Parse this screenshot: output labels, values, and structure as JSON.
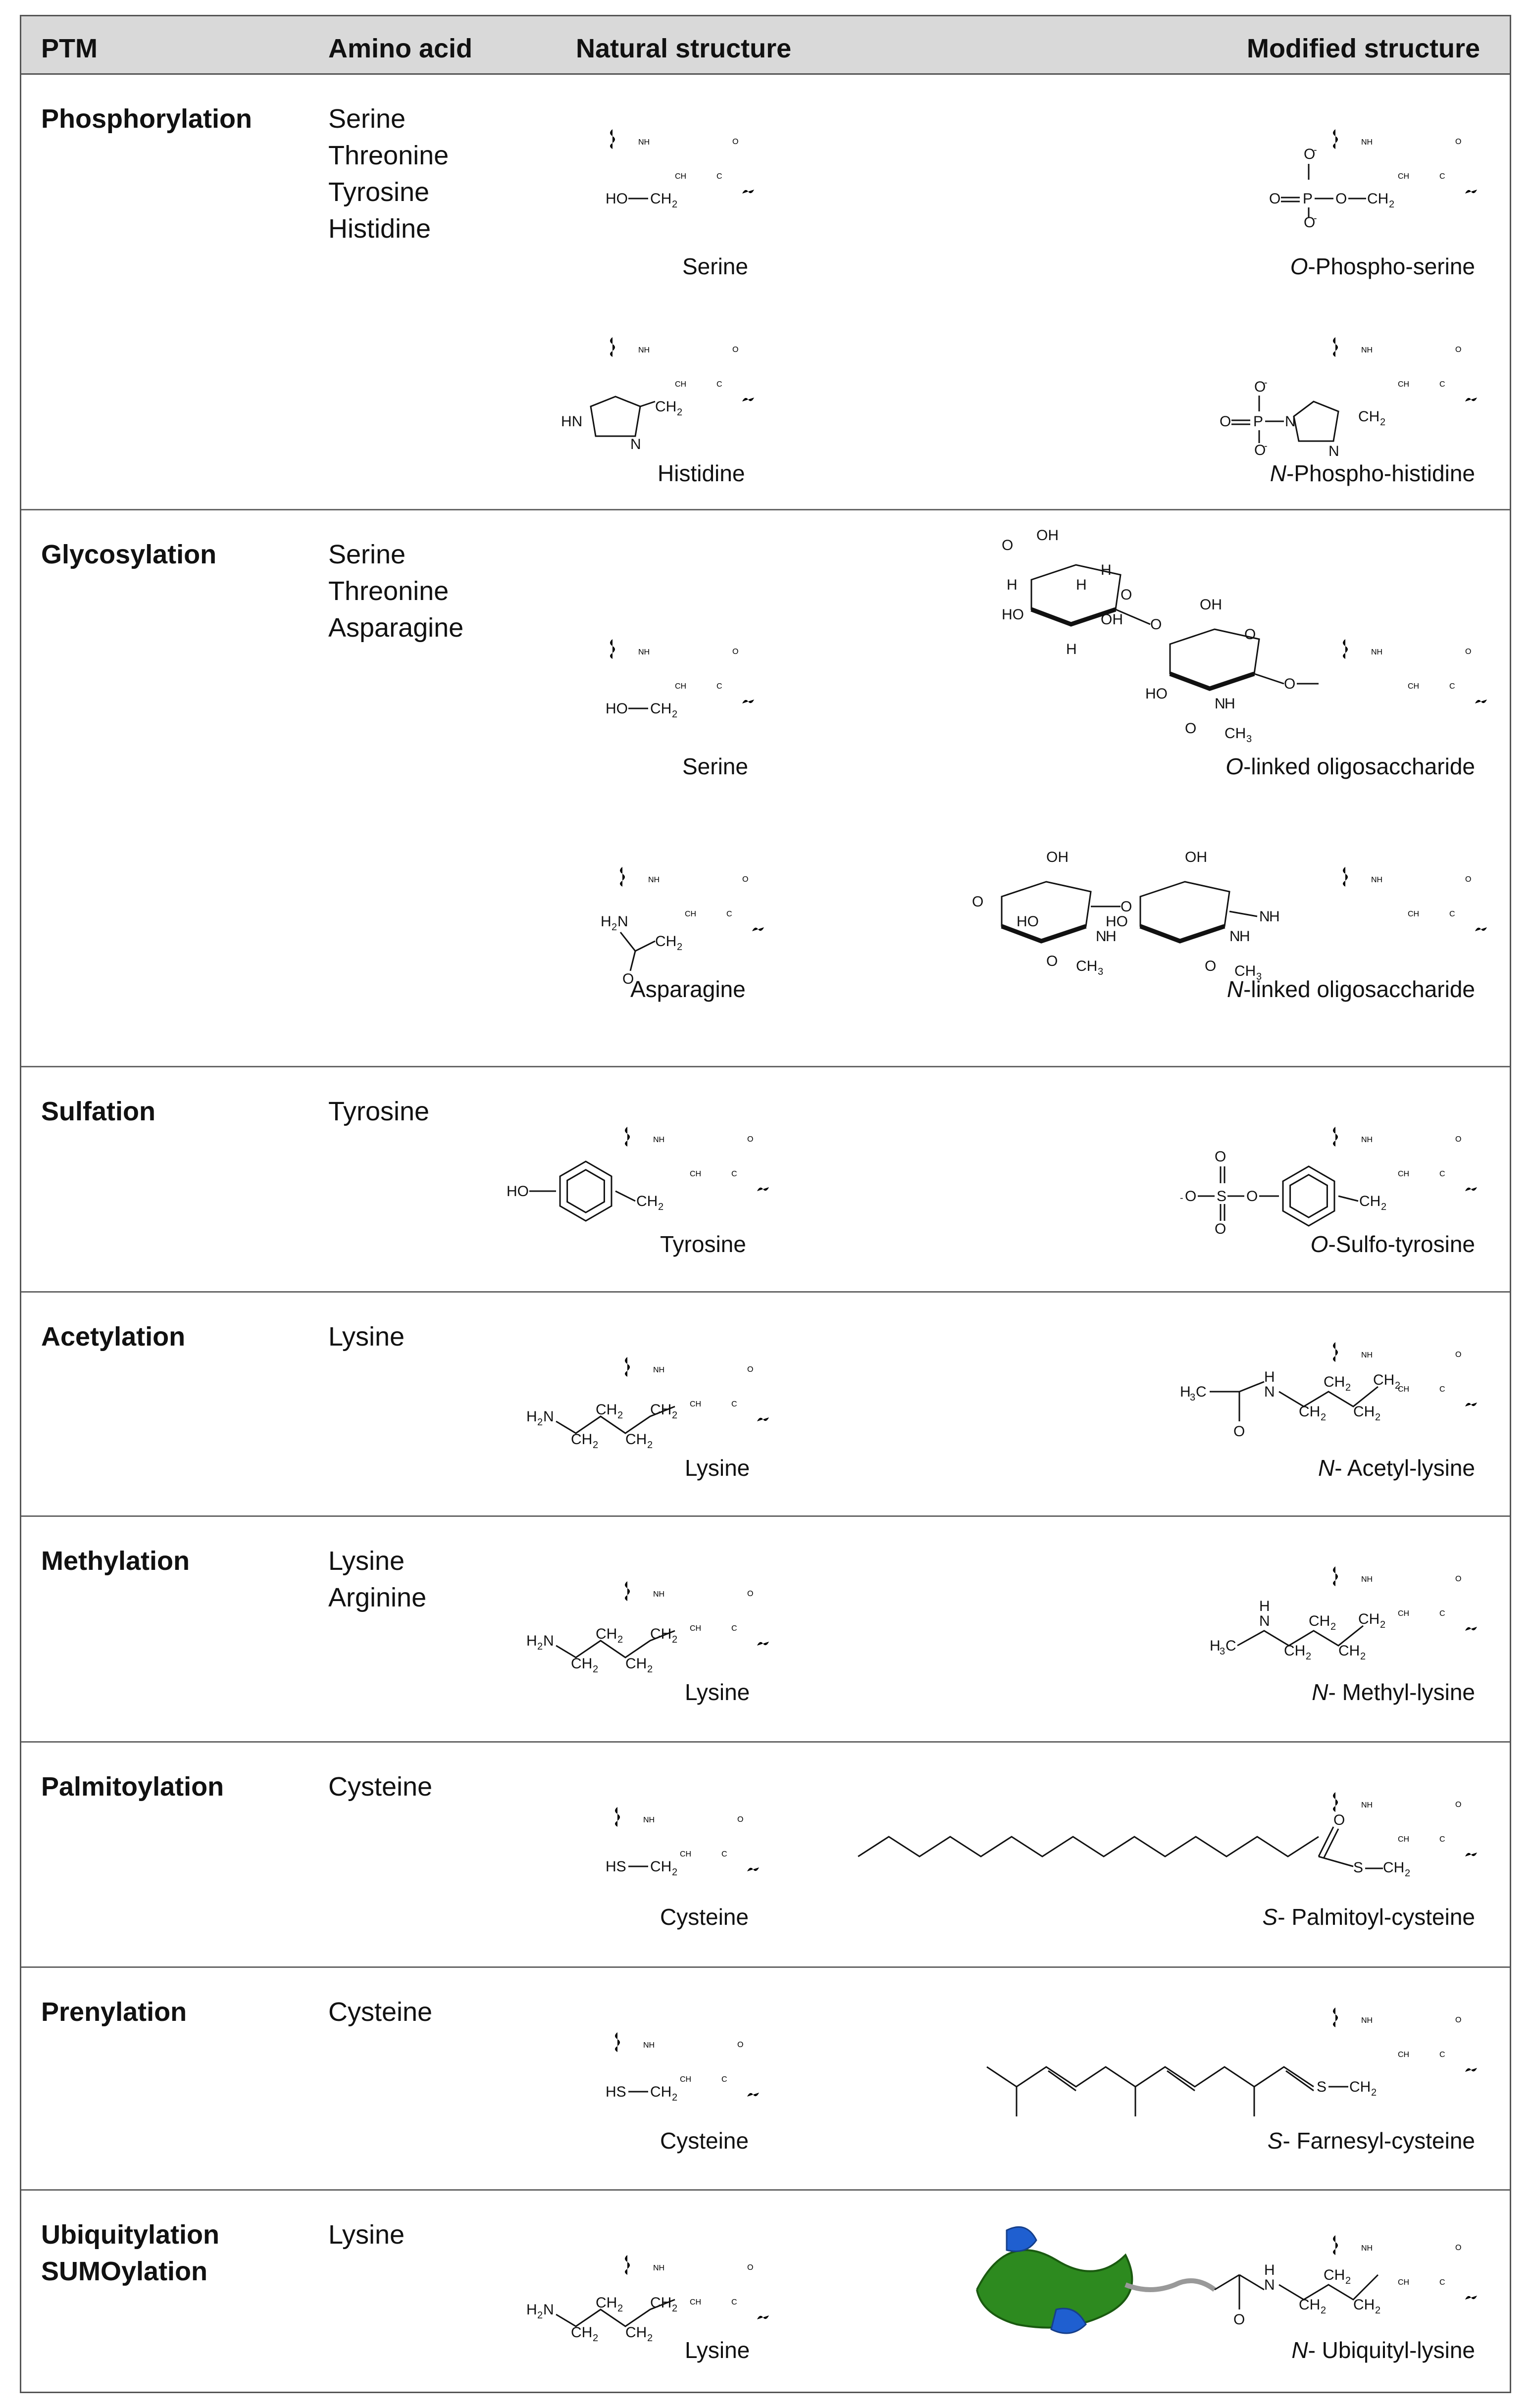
{
  "header": {
    "ptm": "PTM",
    "amino_acid": "Amino acid",
    "natural": "Natural structure",
    "modified": "Modified structure"
  },
  "rows": [
    {
      "ptm": [
        "Phosphorylation"
      ],
      "amino_acids": [
        "Serine",
        "Threonine",
        "Tyrosine",
        "Histidine"
      ],
      "natural_labels": [
        "Serine",
        "Histidine"
      ],
      "modified_labels": [
        {
          "prefix": "O",
          "rest": "-Phospho-serine"
        },
        {
          "prefix": "N",
          "rest": "-Phospho-histidine"
        }
      ]
    },
    {
      "ptm": [
        "Glycosylation"
      ],
      "amino_acids": [
        "Serine",
        "Threonine",
        "Asparagine"
      ],
      "natural_labels": [
        "Serine",
        "Asparagine"
      ],
      "modified_labels": [
        {
          "prefix": "O",
          "rest": "-linked oligosaccharide"
        },
        {
          "prefix": "N",
          "rest": "-linked oligosaccharide"
        }
      ]
    },
    {
      "ptm": [
        "Sulfation"
      ],
      "amino_acids": [
        "Tyrosine"
      ],
      "natural_labels": [
        "Tyrosine"
      ],
      "modified_labels": [
        {
          "prefix": "O",
          "rest": "-Sulfo-tyrosine"
        }
      ]
    },
    {
      "ptm": [
        "Acetylation"
      ],
      "amino_acids": [
        "Lysine"
      ],
      "natural_labels": [
        "Lysine"
      ],
      "modified_labels": [
        {
          "prefix": "N",
          "rest": "- Acetyl-lysine"
        }
      ]
    },
    {
      "ptm": [
        "Methylation"
      ],
      "amino_acids": [
        "Lysine",
        "Arginine"
      ],
      "natural_labels": [
        "Lysine"
      ],
      "modified_labels": [
        {
          "prefix": "N",
          "rest": "- Methyl-lysine"
        }
      ]
    },
    {
      "ptm": [
        "Palmitoylation"
      ],
      "amino_acids": [
        "Cysteine"
      ],
      "natural_labels": [
        "Cysteine"
      ],
      "modified_labels": [
        {
          "prefix": "S",
          "rest": "- Palmitoyl-cysteine"
        }
      ]
    },
    {
      "ptm": [
        "Prenylation"
      ],
      "amino_acids": [
        "Cysteine"
      ],
      "natural_labels": [
        "Cysteine"
      ],
      "modified_labels": [
        {
          "prefix": "S",
          "rest": "- Farnesyl-cysteine"
        }
      ]
    },
    {
      "ptm": [
        "Ubiquitylation",
        "SUMOylation"
      ],
      "amino_acids": [
        "Lysine"
      ],
      "natural_labels": [
        "Lysine"
      ],
      "modified_labels": [
        {
          "prefix": "N",
          "rest": "- Ubiquityl-lysine"
        }
      ]
    }
  ],
  "atoms": {
    "nh": "NH",
    "hn": "HN",
    "n": "N",
    "ch": "CH",
    "c": "C",
    "o": "O",
    "ch2": "CH",
    "two": "2",
    "ho": "HO",
    "h2n": "H",
    "hs": "HS",
    "s": "S",
    "p": "P",
    "oh": "OH",
    "h": "H",
    "three": "3",
    "h3c": "H",
    "minus": "-",
    "o_minus": "O",
    "ch3": "CH"
  }
}
